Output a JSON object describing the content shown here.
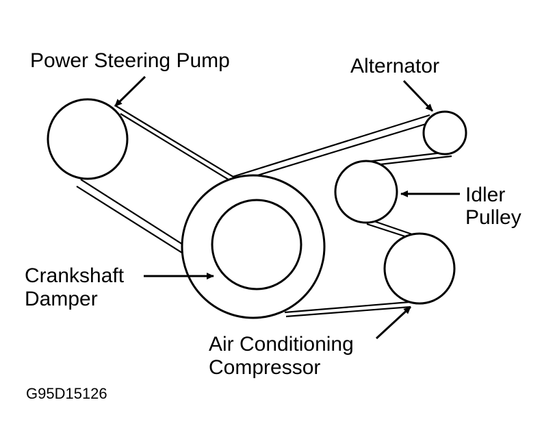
{
  "labels": {
    "power_steering_pump": "Power Steering Pump",
    "alternator": "Alternator",
    "idler_pulley_line1": "Idler",
    "idler_pulley_line2": "Pulley",
    "crankshaft_damper_line1": "Crankshaft",
    "crankshaft_damper_line2": "Damper",
    "ac_compressor_line1": "Air Conditioning",
    "ac_compressor_line2": "Compressor"
  },
  "figure_code": "G95D15126",
  "colors": {
    "ink": "#000000",
    "background": "#ffffff"
  }
}
